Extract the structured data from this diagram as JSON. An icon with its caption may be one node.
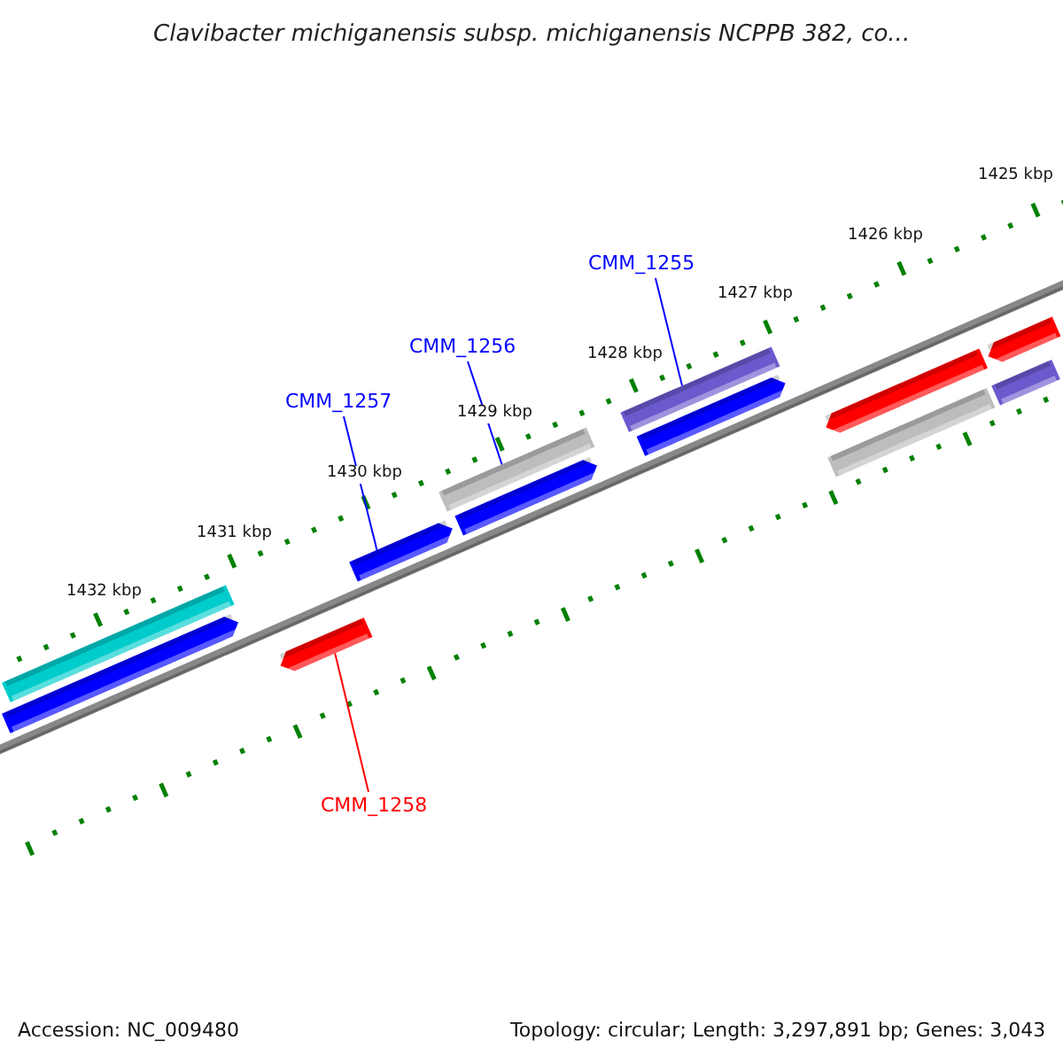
{
  "diagram": {
    "title": "Clavibacter michiganensis subsp. michiganensis NCPPB 382, co...",
    "nodes": [
      {
        "text": [
          "CMM_1255"
        ]
      },
      {
        "text": [
          "CMM_1256"
        ]
      },
      {
        "text": [
          "CMM_1257"
        ]
      },
      {
        "text": [
          "CMM_1258"
        ]
      },
      {
        "text": [],
        "shape": "bar"
      },
      {
        "text": [],
        "shape": "bar"
      },
      {
        "text": [],
        "shape": "bar"
      },
      {
        "text": [],
        "shape": "bar"
      },
      {
        "text": [],
        "shape": "bar"
      },
      {
        "text": [],
        "shape": "bar"
      },
      {
        "text": [],
        "shape": "bar"
      },
      {
        "text": [],
        "shape": "bar"
      },
      {
        "text": [],
        "shape": "bar"
      },
      {
        "text": [],
        "shape": "bar"
      },
      {
        "text": [],
        "shape": "bar"
      },
      {
        "text": [],
        "shape": "bar"
      }
    ],
    "edges": [
      {
        "from": 0,
        "to": 10,
        "arrow": "none"
      },
      {
        "from": 1,
        "to": 8,
        "arrow": "none"
      },
      {
        "from": 2,
        "to": 7,
        "arrow": "none"
      },
      {
        "from": 3,
        "to": 6,
        "arrow": "none",
        "color": "#ff0000"
      }
    ],
    "labels": [
      "1425 kbp",
      "1426 kbp",
      "1427 kbp",
      "1428 kbp",
      "1429 kbp",
      "1430 kbp",
      "1431 kbp",
      "1432 kbp",
      "Accession: NC_009480",
      "Topology: circular; Length: 3,297,891 bp; Genes: 3,043"
    ]
  }
}
